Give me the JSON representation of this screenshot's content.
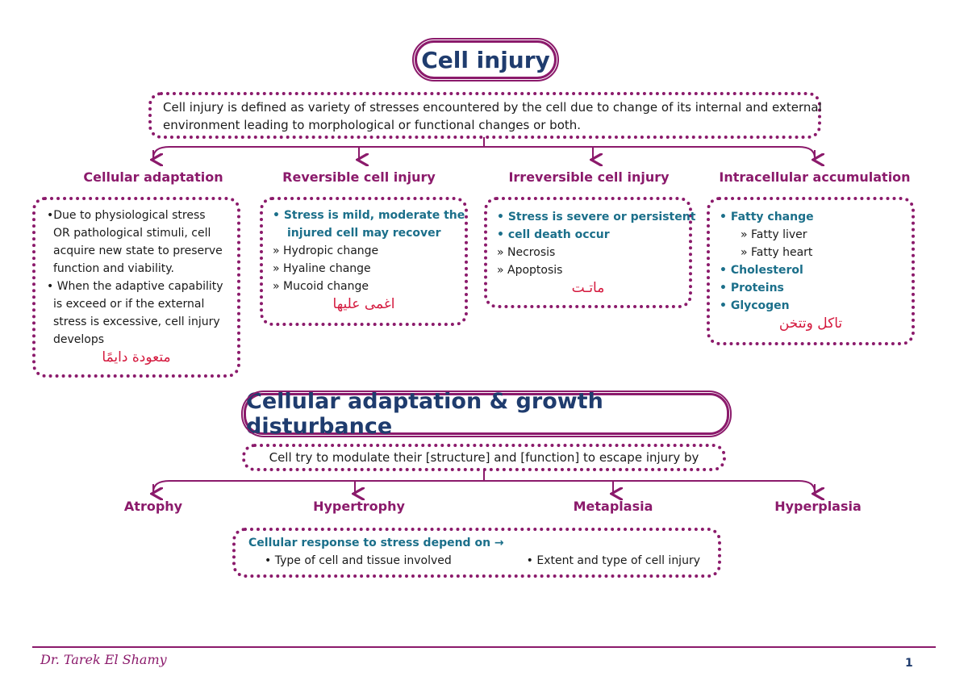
{
  "title": "Cell injury",
  "definition": {
    "line1": "Cell injury is defined as variety of stresses encountered by the cell due to change of its internal and external",
    "line2": "environment leading to morphological  or functional changes or both."
  },
  "categories": [
    {
      "heading": "Cellular adaptation",
      "lines": [
        "•Due to physiological stress",
        "OR pathological stimuli, cell",
        "acquire new state to preserve",
        "function and viability.",
        "• When the adaptive capability",
        "is exceed or if the external",
        "stress is excessive, cell injury",
        "develops"
      ],
      "arabic": "متعودة دايمًا"
    },
    {
      "heading": "Reversible cell injury",
      "key_lines": [
        "•  Stress is mild, moderate the",
        "injured cell may recover"
      ],
      "items": [
        "» Hydropic change",
        "» Hyaline change",
        "» Mucoid change"
      ],
      "arabic": "اغمى عليها"
    },
    {
      "heading": "Irreversible cell injury",
      "key_lines": [
        "•  Stress is severe or persistent",
        "•  cell death occur"
      ],
      "items": [
        "» Necrosis",
        "» Apoptosis"
      ],
      "arabic": "ماتـت"
    },
    {
      "heading": "Intracellular accumulation",
      "lines": [
        {
          "text": "• Fatty change",
          "style": "teal"
        },
        {
          "text": "» Fatty liver",
          "style": "sub"
        },
        {
          "text": "» Fatty heart",
          "style": "sub"
        },
        {
          "text": "• Cholesterol",
          "style": "teal"
        },
        {
          "text": "• Proteins",
          "style": "teal"
        },
        {
          "text": "• Glycogen",
          "style": "teal"
        }
      ],
      "arabic": "تاكل وتتخن"
    }
  ],
  "section2": {
    "title": "Cellular adaptation & growth disturbance",
    "statement": "Cell try to modulate their [structure] and [function] to escape injury by",
    "types": [
      "Atrophy",
      "Hypertrophy",
      "Metaplasia",
      "Hyperplasia"
    ],
    "response": {
      "heading": "Cellular response to stress depend on →",
      "point1": "• Type of cell and tissue involved",
      "point2": "• Extent and type of cell injury"
    }
  },
  "footer": {
    "author": "Dr. Tarek El Shamy",
    "page": "1"
  },
  "colors": {
    "accent": "#8b1a6b",
    "title_blue": "#1f3c6e",
    "teal": "#1b6f8a",
    "arabic_red": "#d4183d"
  }
}
